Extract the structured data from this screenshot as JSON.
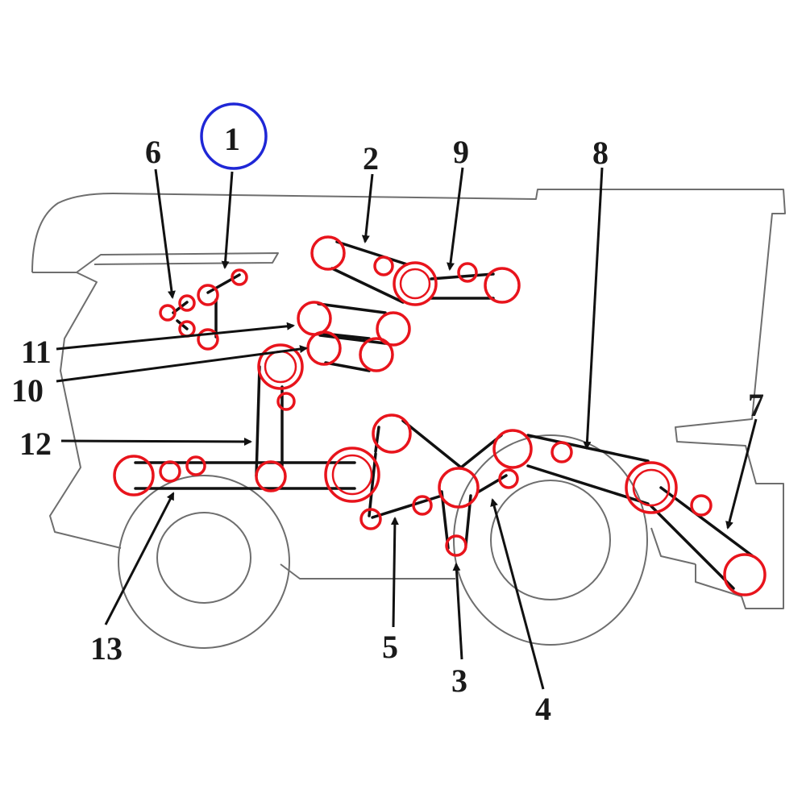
{
  "diagram": {
    "callouts": [
      "1",
      "2",
      "3",
      "4",
      "5",
      "6",
      "7",
      "8",
      "9",
      "10",
      "11",
      "12",
      "13"
    ],
    "highlighted_callout": "1",
    "colors": {
      "pulley": "#e8141c",
      "belt": "#111111",
      "outline": "#6e6e6e",
      "highlight": "#1f27d6"
    }
  }
}
